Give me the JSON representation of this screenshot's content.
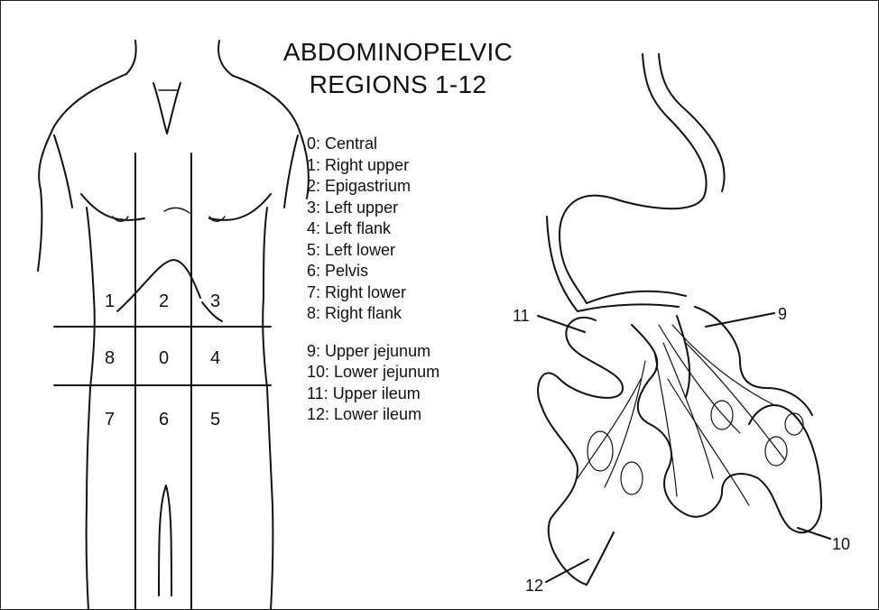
{
  "title": {
    "line1": "ABDOMINOPELVIC",
    "line2": "REGIONS 1-12"
  },
  "legend": [
    "0: Central",
    "1: Right upper",
    "2: Epigastrium",
    "3: Left upper",
    "4: Left flank",
    "5: Left lower",
    "6: Pelvis",
    "7: Right lower",
    "8: Right flank",
    "9: Upper jejunum",
    "10: Lower jejunum",
    "11: Upper ileum",
    "12: Lower ileum"
  ],
  "torso_regions": {
    "r1": "1",
    "r2": "2",
    "r3": "3",
    "r8": "8",
    "r0": "0",
    "r4": "4",
    "r7": "7",
    "r6": "6",
    "r5": "5"
  },
  "intestine_labels": {
    "l9": "9",
    "l10": "10",
    "l11": "11",
    "l12": "12"
  }
}
